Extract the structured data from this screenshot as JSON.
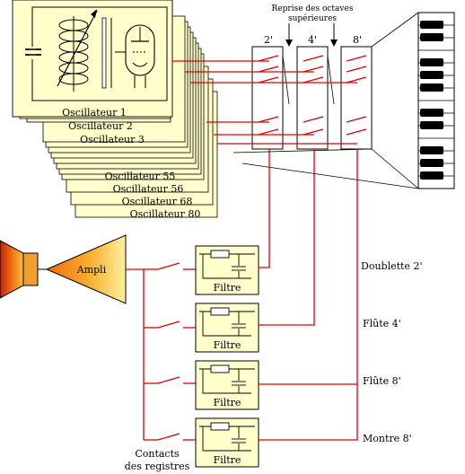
{
  "header": {
    "line1": "Reprise des octaves",
    "line2": "supérieures"
  },
  "oscillators": [
    "Oscillateur 1",
    "Oscillateur 2",
    "Oscillateur 3",
    "Oscillateur 55",
    "Oscillateur 56",
    "Oscillateur 68",
    "Oscillateur 80"
  ],
  "octave_boxes": [
    "2'",
    "4'",
    "8'"
  ],
  "amplifier": "Ampli",
  "filter_label": "Filtre",
  "registers": [
    "Doublette 2'",
    "Flûte 4'",
    "Flûte 8'",
    "Montre 8'"
  ],
  "contacts_label": {
    "line1": "Contacts",
    "line2": "des registres"
  },
  "colors": {
    "wire": "#e00000",
    "card": "#ffffcc",
    "ink": "#000000"
  },
  "icons": [
    "loudspeaker-icon",
    "amplifier-triangle-icon",
    "variable-coil-icon",
    "vacuum-tube-icon",
    "capacitor-icon",
    "piano-keyboard-icon"
  ]
}
